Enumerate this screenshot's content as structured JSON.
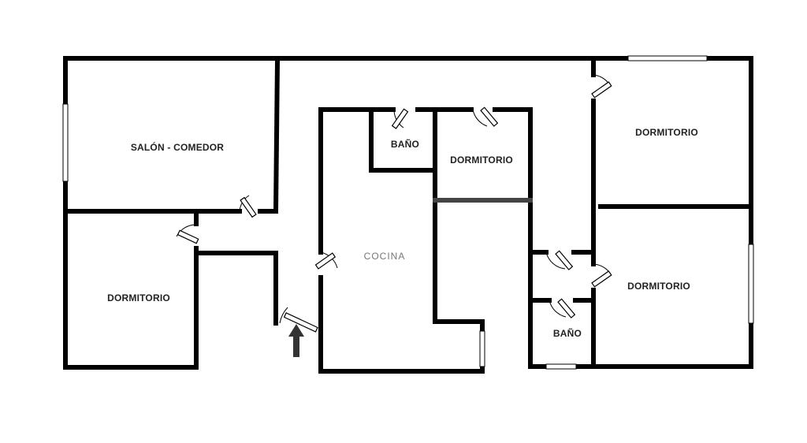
{
  "rooms": {
    "salon": "SALÓN - COMEDOR",
    "bano1": "BAÑO",
    "dorm_center": "DORMITORIO",
    "dorm_top_right": "DORMITORIO",
    "cocina": "COCINA",
    "dorm_left": "DORMITORIO",
    "dorm_bottom_right": "DORMITORIO",
    "bano2": "BAÑO"
  },
  "colors": {
    "wall": "#000000",
    "background": "#ffffff",
    "entry_arrow": "#333333"
  }
}
